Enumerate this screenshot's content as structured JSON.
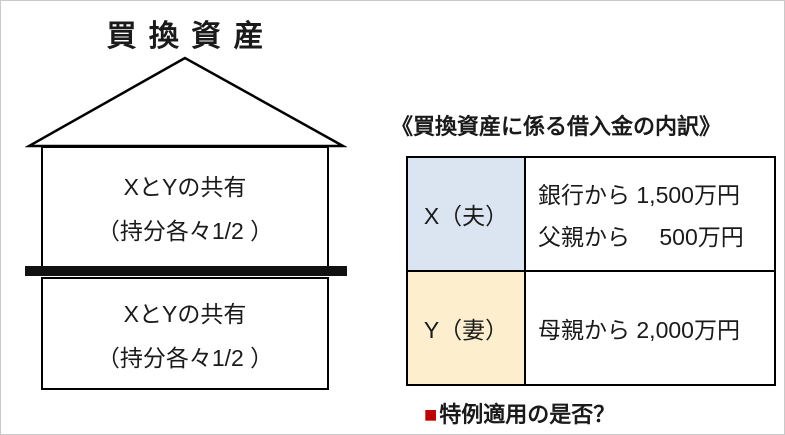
{
  "house": {
    "title": "買 換 資 産",
    "upper": {
      "line1": "XとYの共有",
      "line2": "（持分各々1/2 ）"
    },
    "lower": {
      "line1": "XとYの共有",
      "line2": "（持分各々1/2 ）"
    }
  },
  "breakdown": {
    "heading": "《買換資産に係る借入金の内訳》",
    "rows": [
      {
        "owner": "X（夫）",
        "color": "#dbe5f1",
        "lines": [
          "銀行から 1,500万円",
          "父親から　 500万円"
        ]
      },
      {
        "owner": "Y（妻）",
        "color": "#fdeecd",
        "lines": [
          "母親から 2,000万円"
        ]
      }
    ]
  },
  "note": {
    "bullet": "■",
    "text": "特例適用の是否？",
    "color": "#c00000"
  }
}
